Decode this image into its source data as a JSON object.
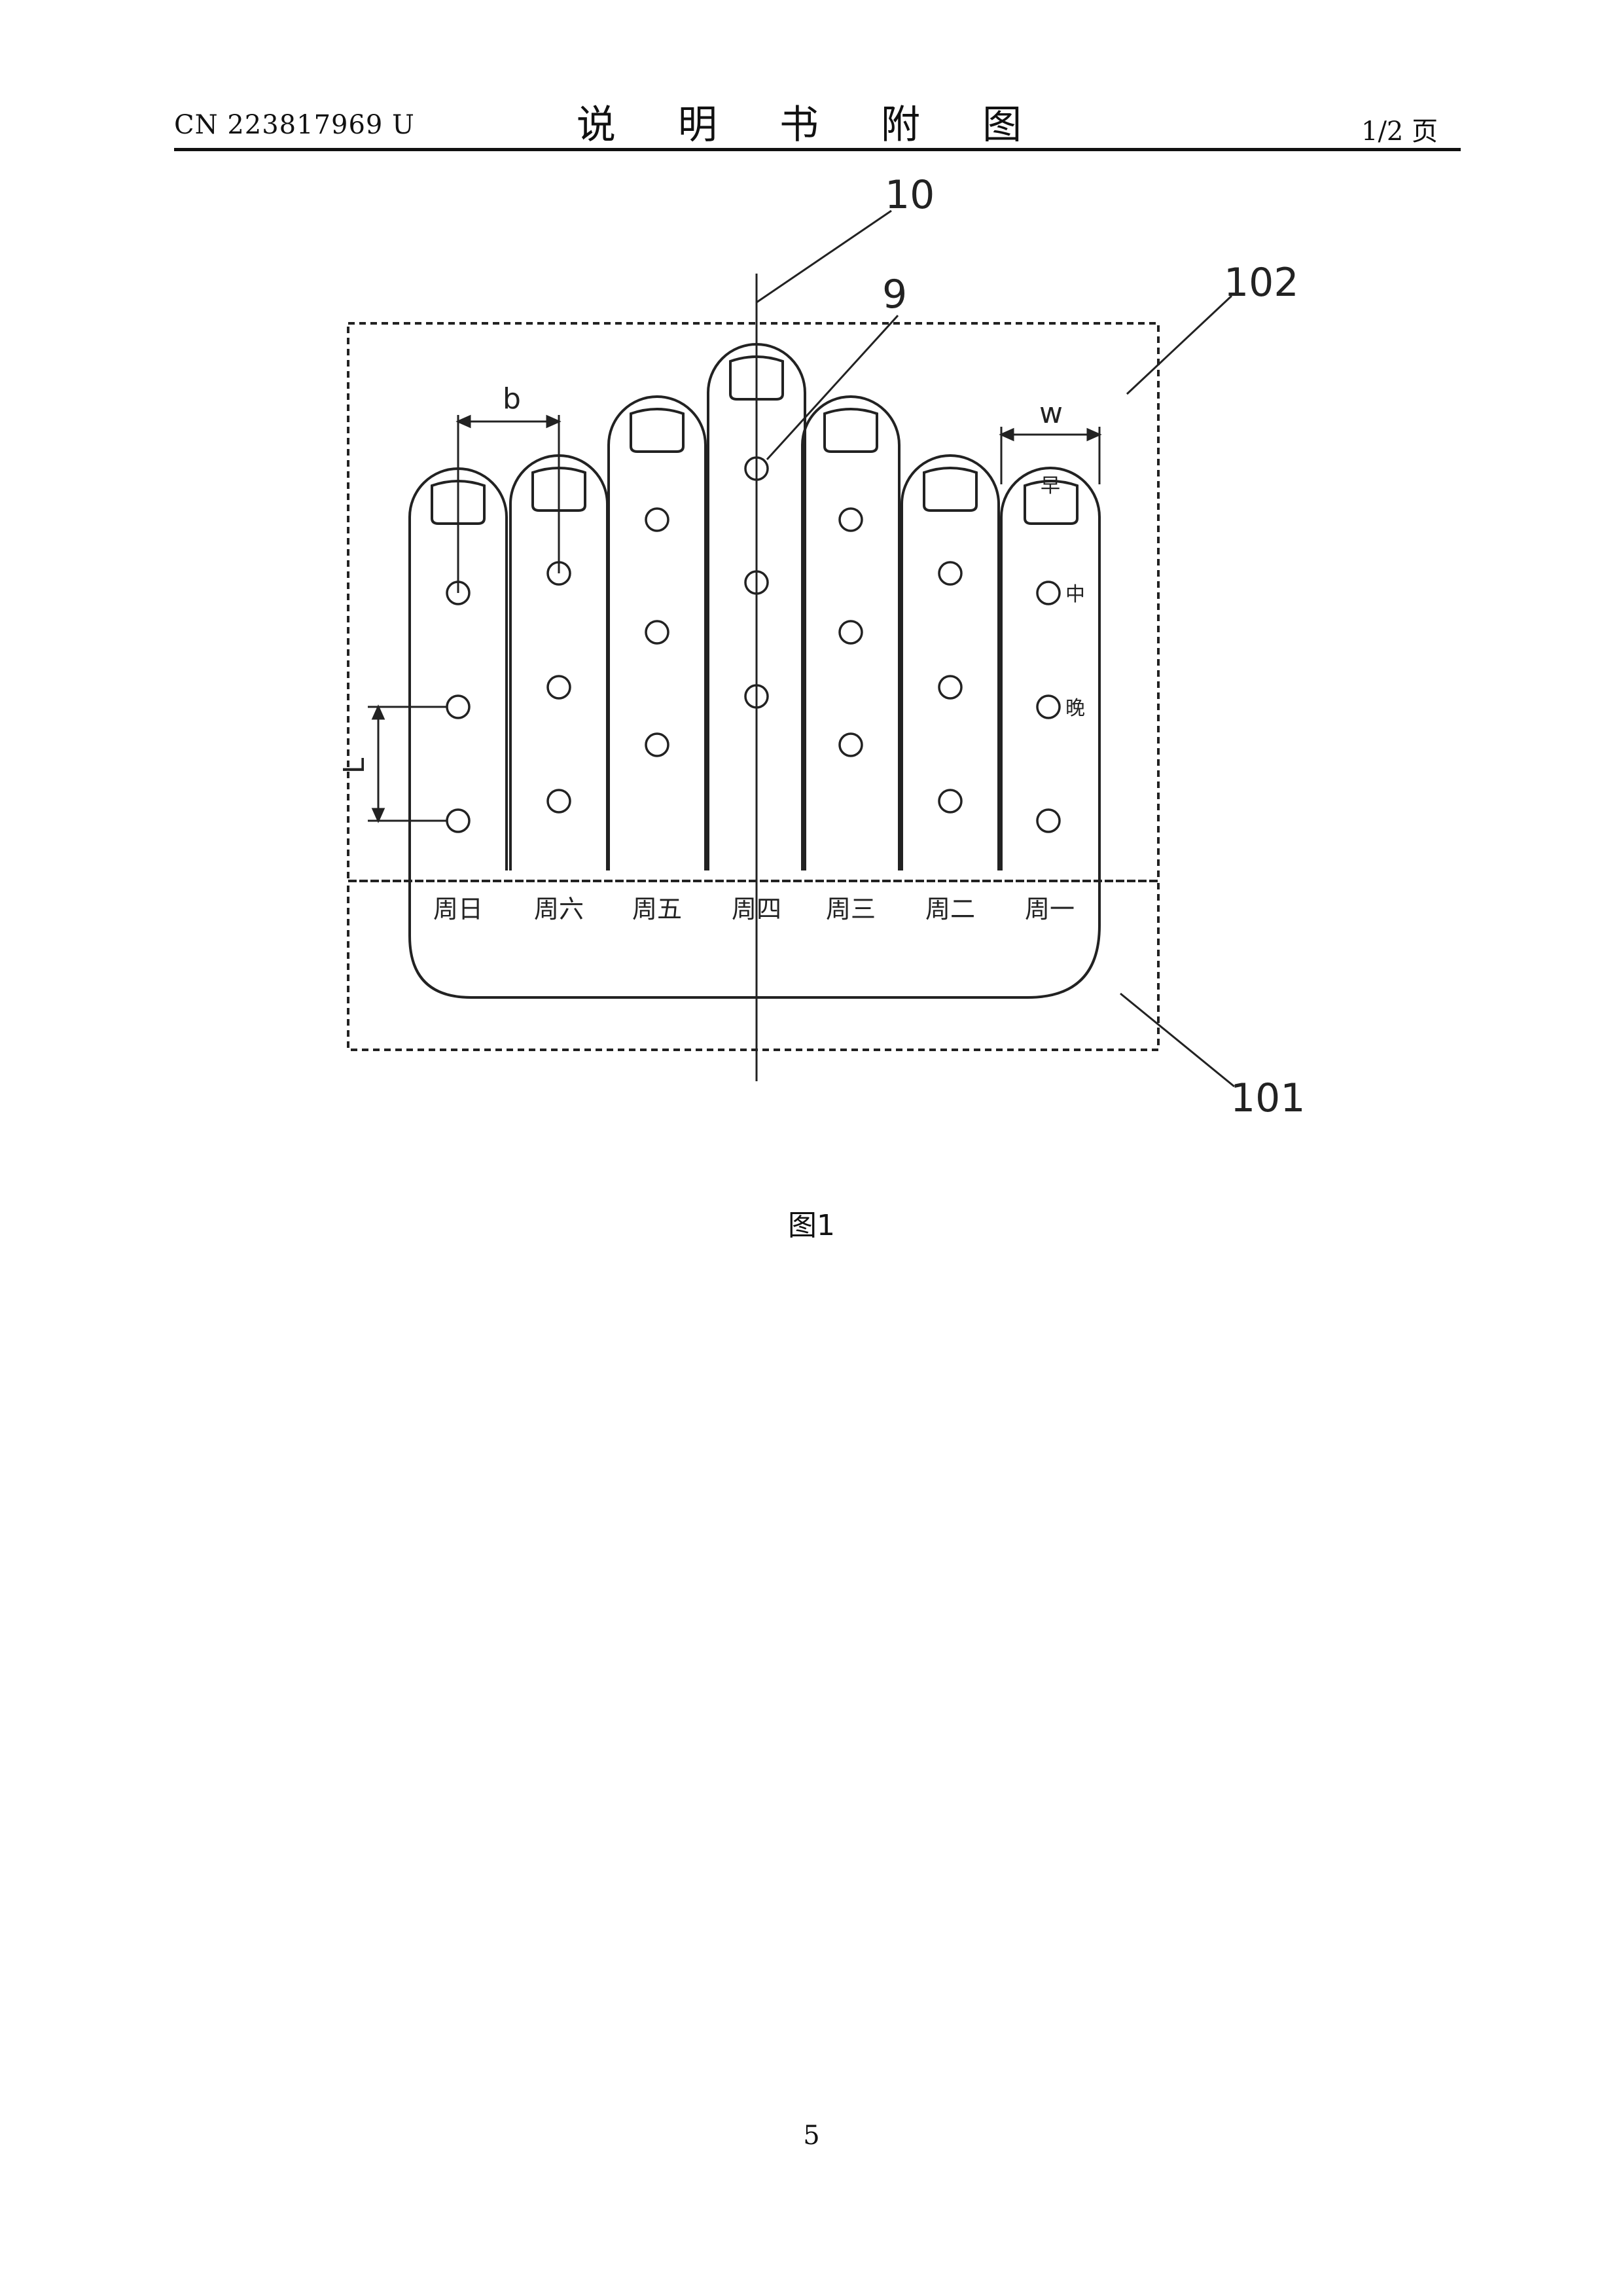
{
  "header": {
    "patent_number": "CN 223817969 U",
    "title": "说 明 书 附 图",
    "page_of": "1/2 页"
  },
  "figure": {
    "ref_labels": {
      "axis": "10",
      "hole": "9",
      "upper_region": "102",
      "lower_region": "101"
    },
    "dimension_labels": {
      "finger_spacing": "b",
      "finger_width": "w",
      "hole_spacing": "L"
    },
    "day_labels": [
      "周日",
      "周六",
      "周五",
      "周四",
      "周三",
      "周二",
      "周一"
    ],
    "time_labels": [
      "早",
      "中",
      "晚"
    ],
    "caption": "图1"
  },
  "footer": {
    "page_number": "5"
  }
}
